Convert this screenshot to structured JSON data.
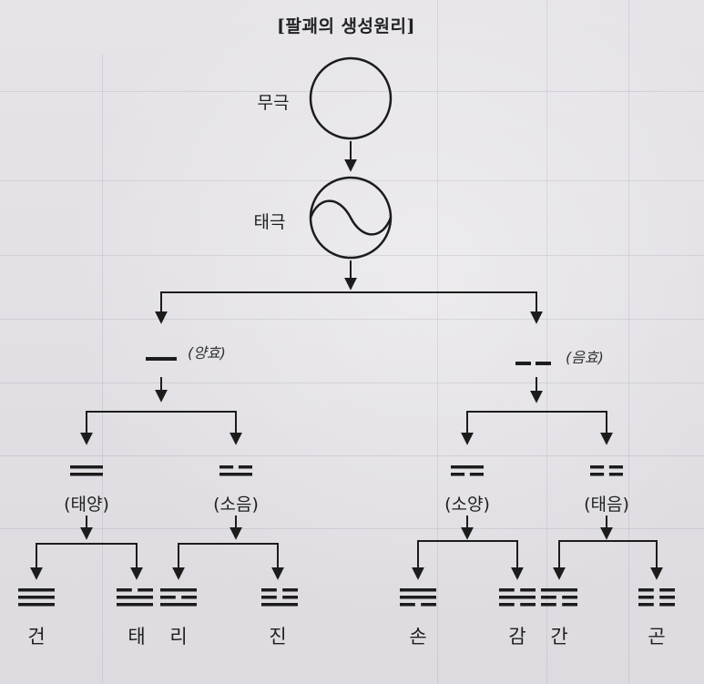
{
  "title": "[팔괘의 생성원리]",
  "stages": {
    "mugeuk": "무극",
    "taegeuk": "태극"
  },
  "yang": {
    "annotation": "(양효)"
  },
  "eum": {
    "annotation": "(음효)"
  },
  "four_images": [
    {
      "id": "taeyang",
      "label": "(태양)",
      "lines": [
        1,
        1
      ]
    },
    {
      "id": "soeum",
      "label": "(소음)",
      "lines": [
        0,
        1
      ]
    },
    {
      "id": "soyang",
      "label": "(소양)",
      "lines": [
        1,
        0
      ]
    },
    {
      "id": "taeeum",
      "label": "(태음)",
      "lines": [
        0,
        0
      ]
    }
  ],
  "trigrams": [
    {
      "id": "geon",
      "label": "건",
      "lines": [
        1,
        1,
        1
      ]
    },
    {
      "id": "tae",
      "label": "태",
      "lines": [
        0,
        1,
        1
      ]
    },
    {
      "id": "ri",
      "label": "리",
      "lines": [
        1,
        0,
        1
      ]
    },
    {
      "id": "jin",
      "label": "진",
      "lines": [
        0,
        0,
        1
      ]
    },
    {
      "id": "son",
      "label": "손",
      "lines": [
        1,
        1,
        0
      ]
    },
    {
      "id": "gam",
      "label": "감",
      "lines": [
        0,
        1,
        0
      ]
    },
    {
      "id": "gan",
      "label": "간",
      "lines": [
        1,
        0,
        0
      ]
    },
    {
      "id": "gon",
      "label": "곤",
      "lines": [
        0,
        0,
        0
      ]
    }
  ],
  "colors": {
    "ink": "#1c1c1c",
    "paper": "#e4e2e5"
  }
}
